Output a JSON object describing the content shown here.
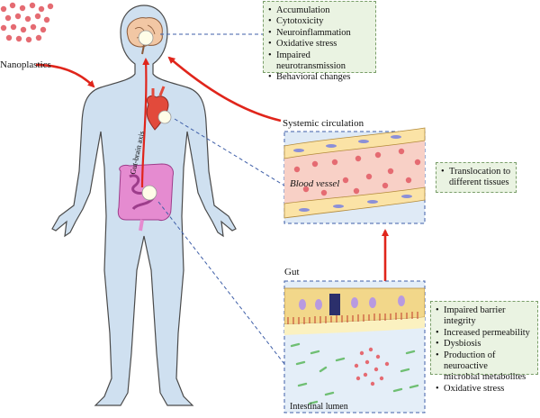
{
  "labels": {
    "nanoplastics": "Nanoplastics",
    "systemic_circulation": "Systemic circulation",
    "blood_vessel": "Blood vessel",
    "gut": "Gut",
    "intestinal_lumen": "Intestinal lumen",
    "gut_brain_axis": "Gut-brain axis"
  },
  "brain_effects": [
    "Accumulation",
    "Cytotoxicity",
    "Neuroinflammation",
    "Oxidative stress",
    "Impaired neurotransmission",
    "Behavioral changes"
  ],
  "vessel_effects": [
    "Translocation to",
    "different tissues"
  ],
  "gut_effects": [
    "Impaired barrier integrity",
    "Increased permeability",
    "Dysbiosis",
    "Production of neuroactive",
    "microbial metabolites",
    "Oxidative stress"
  ],
  "colors": {
    "body_fill": "#cfe0f0",
    "arrow_red": "#e0251b",
    "particle": "#e56b72",
    "box_fill": "#eaf3e2",
    "vessel_panel": "#dfeaf6",
    "blood": "#f8d0c6"
  }
}
